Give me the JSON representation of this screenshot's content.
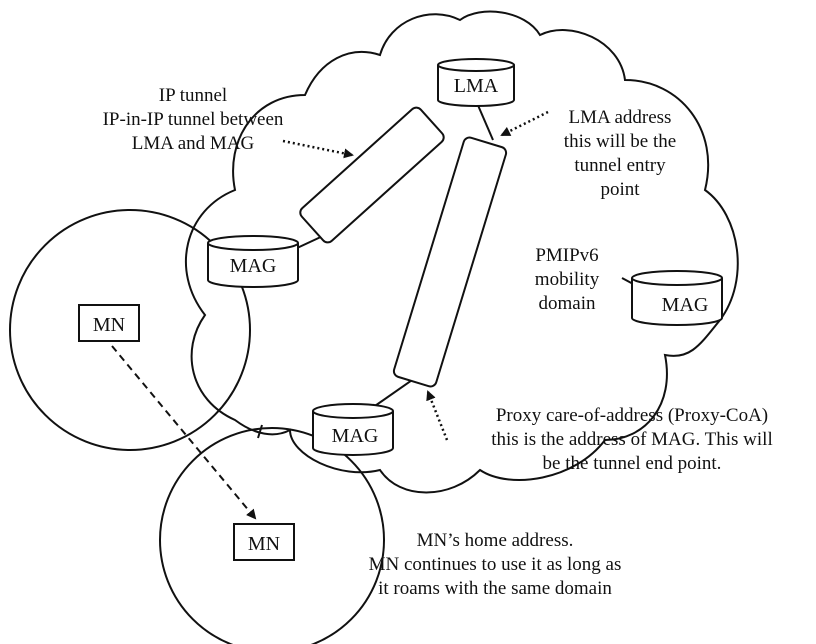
{
  "nodes": {
    "lma": "LMA",
    "mag_left": "MAG",
    "mag_right": "MAG",
    "mag_bottom": "MAG",
    "mn_top": "MN",
    "mn_bottom": "MN"
  },
  "labels": {
    "ip_tunnel": [
      "IP tunnel",
      "IP-in-IP tunnel between",
      "LMA and MAG"
    ],
    "lma_address": [
      "LMA address",
      "this will be the",
      "tunnel entry",
      "point"
    ],
    "domain": [
      "PMIPv6",
      "mobility",
      "domain"
    ],
    "proxy_coa": [
      "Proxy care-of-address (Proxy-CoA)",
      "this is the address of MAG. This will",
      "be the tunnel end point."
    ],
    "home_address": [
      "MN’s home address.",
      "MN continues to use it as long as",
      "it roams with the same domain"
    ]
  }
}
